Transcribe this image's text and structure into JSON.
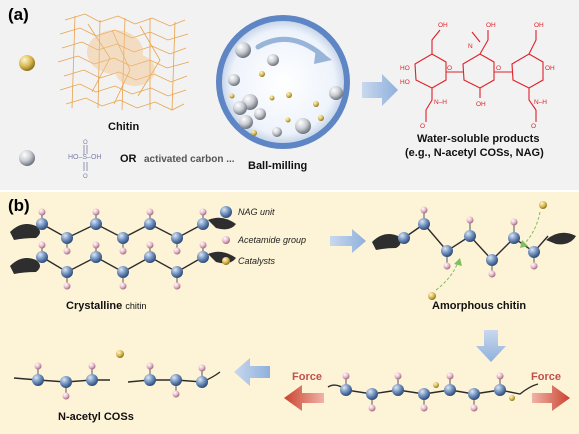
{
  "panel_a": {
    "label": "(a)",
    "chitin_label": "Chitin",
    "formula_text": "HO–S–OH",
    "or_text": "OR",
    "activated_carbon": "activated carbon ...",
    "ball_milling": "Ball-milling",
    "products_line1": "Water-soluble products",
    "products_line2": "(e.g., N-acetyl COSs, NAG)"
  },
  "panel_b": {
    "label": "(b)",
    "legend": {
      "nag_unit": "NAG unit",
      "acetamide_group": "Acetamide group",
      "catalysts": "Catalysts"
    },
    "crystalline_1": "Crystalline",
    "crystalline_2": "chitin",
    "amorphous": "Amorphous chitin",
    "cos": "N-acetyl COSs",
    "force_left": "Force",
    "force_right": "Force"
  },
  "colors": {
    "nag_unit": "#5b7fb0",
    "acetamide": "#d9a3b8",
    "catalyst": "#d4b24a",
    "arrow": "#a9c1e0",
    "force": "#d96a5a",
    "product_red": "#e0202a",
    "panel_a_bg": "#f2f2f2",
    "panel_b_bg": "#fdf3d6"
  }
}
